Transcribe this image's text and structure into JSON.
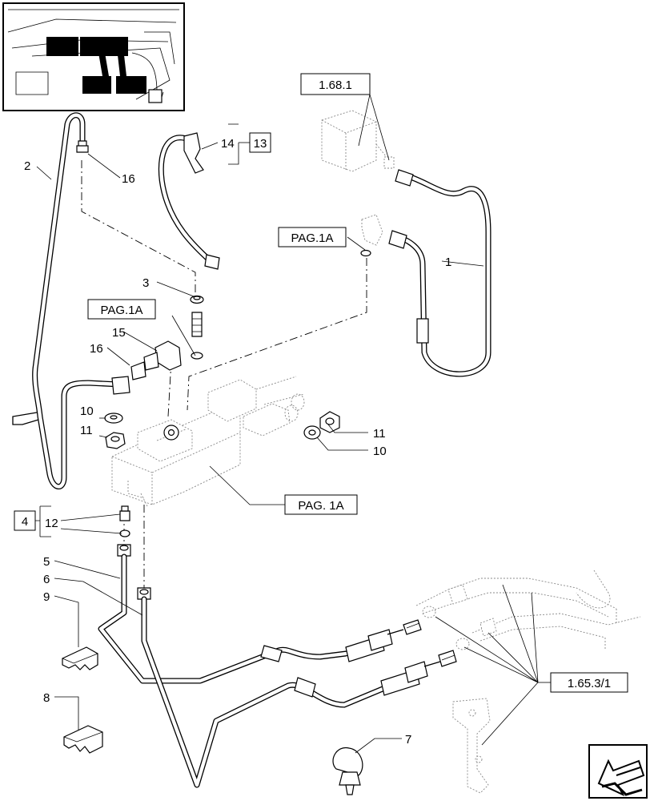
{
  "labels": {
    "n1": "1",
    "n2": "2",
    "n3": "3",
    "n5": "5",
    "n6": "6",
    "n7": "7",
    "n8": "8",
    "n9": "9",
    "n10a": "10",
    "n10b": "10",
    "n11a": "11",
    "n11b": "11",
    "n12": "12",
    "n14": "14",
    "n15": "15",
    "n16a": "16",
    "n16b": "16"
  },
  "boxed": {
    "b13": "13",
    "b4": "4",
    "ref_1681": "1.68.1",
    "ref_pag1a_top": "PAG.1A",
    "ref_pag1a_left": "PAG.1A",
    "ref_pag1a_block": "PAG. 1A",
    "ref_1653": "1.65.3/1"
  },
  "icons": {
    "inset": "pedal-location-inset",
    "nav": "previous-page-arrow-icon"
  }
}
